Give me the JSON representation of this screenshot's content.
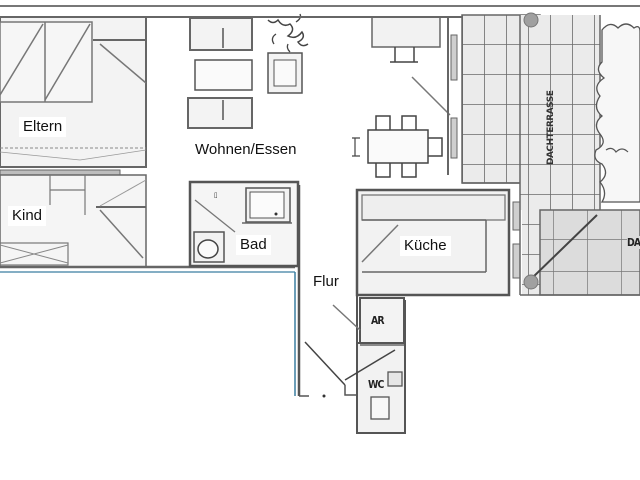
{
  "floor_plan": {
    "rooms": [
      {
        "id": "eltern",
        "label": "Eltern"
      },
      {
        "id": "kind",
        "label": "Kind"
      },
      {
        "id": "wohnen_essen",
        "label": "Wohnen/Essen"
      },
      {
        "id": "bad",
        "label": "Bad"
      },
      {
        "id": "flur",
        "label": "Flur"
      },
      {
        "id": "kueche",
        "label": "Küche"
      },
      {
        "id": "ar",
        "label": "AR"
      },
      {
        "id": "wc",
        "label": "WC"
      },
      {
        "id": "dachterrasse",
        "label": "DACHTERRASSE"
      },
      {
        "id": "dach_partial",
        "label": "DA"
      }
    ],
    "colors": {
      "wall": "#555555",
      "wall_fill": "#d9d9d9",
      "floor": "#f2f2f2",
      "terrace_grid": "#666666",
      "terrace_floor": "#e8e8e8",
      "column": "#9a9a9a",
      "blue_line": "#3a7ea0"
    }
  }
}
